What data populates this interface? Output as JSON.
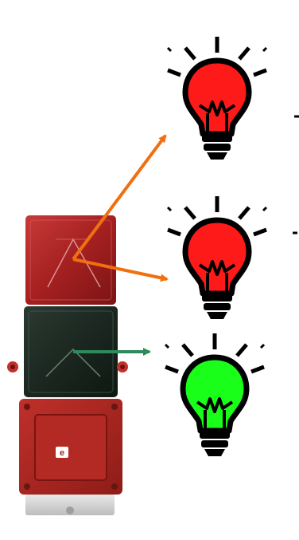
{
  "colors": {
    "background": "#ffffff",
    "arrow_orange": "#f07010",
    "arrow_green": "#2e8a5a",
    "bulb_red": "#ff1a1a",
    "bulb_green": "#1aff1a",
    "bulb_outline": "#000000",
    "ray": "#000000",
    "beacon_red_module": "#b62424",
    "beacon_green_module": "#1d2a22",
    "sounder_module": "#a8231f",
    "beacon_base": "#d9d9d9"
  },
  "diagram": {
    "beacon": {
      "modules": [
        {
          "id": "red-light-module",
          "color": "red"
        },
        {
          "id": "green-light-module",
          "color": "green"
        },
        {
          "id": "sounder-module",
          "color": "red"
        }
      ],
      "sounder_logo_text": "e"
    },
    "bulbs": [
      {
        "id": "bulb-top",
        "color": "red",
        "icon": "light-bulb-icon"
      },
      {
        "id": "bulb-middle",
        "color": "red",
        "icon": "light-bulb-icon"
      },
      {
        "id": "bulb-bottom",
        "color": "green",
        "icon": "light-bulb-icon"
      }
    ],
    "arrows": [
      {
        "from": "red-light-module",
        "to": "bulb-top",
        "color": "orange"
      },
      {
        "from": "red-light-module",
        "to": "bulb-middle",
        "color": "orange"
      },
      {
        "from": "green-light-module",
        "to": "bulb-bottom",
        "color": "green"
      }
    ]
  }
}
